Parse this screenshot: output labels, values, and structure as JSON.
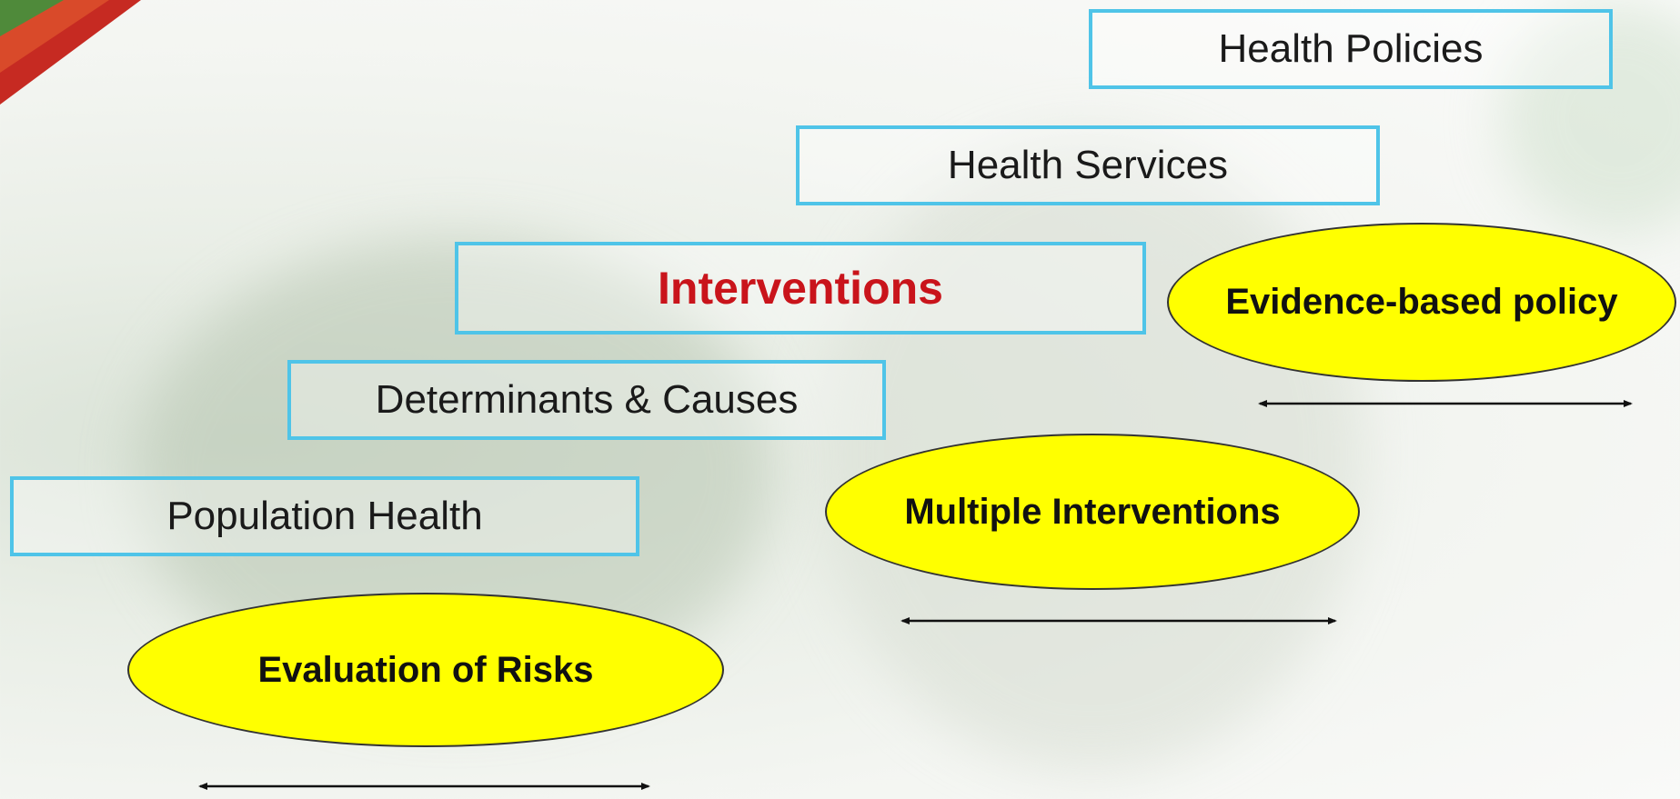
{
  "boxes": {
    "health_policies": "Health Policies",
    "health_services": "Health Services",
    "interventions": "Interventions",
    "determinants": "Determinants & Causes",
    "population_health": "Population Health"
  },
  "ellipses": {
    "evidence_policy": "Evidence-based policy",
    "multiple_interventions": "Multiple Interventions",
    "evaluation_risks": "Evaluation of Risks"
  },
  "colors": {
    "box_border": "#4fc4e8",
    "ellipse_fill": "#ffff00",
    "highlight_text": "#c9141b"
  }
}
